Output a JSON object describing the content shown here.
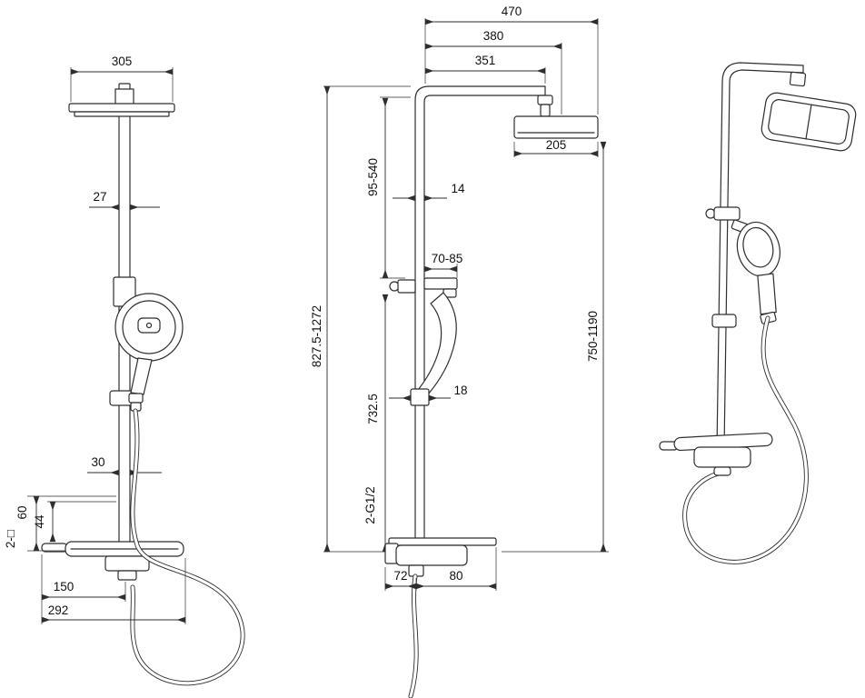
{
  "front_view": {
    "head_width": "305",
    "upper_offset": "27",
    "lower_offset": "30",
    "drop_44": "44",
    "square_note": "2-□",
    "square_size": "60",
    "valve_offset": "150",
    "shelf_width": "292"
  },
  "side_view": {
    "reach_overall": "470",
    "reach_head_center": "380",
    "reach_arm": "351",
    "head_depth": "205",
    "pipe_diameter": "14",
    "upper_adjust_range": "95-540",
    "holder_range": "70-85",
    "overall_height_range": "827.5-1272",
    "lower_section": "732.5",
    "collar_size": "18",
    "head_height_range": "750-1190",
    "inlet_threads": "2-G1/2",
    "outlet_offset_left": "72",
    "outlet_offset_right": "80"
  },
  "colors": {
    "line": "#2e2e2e",
    "background": "#ffffff"
  }
}
